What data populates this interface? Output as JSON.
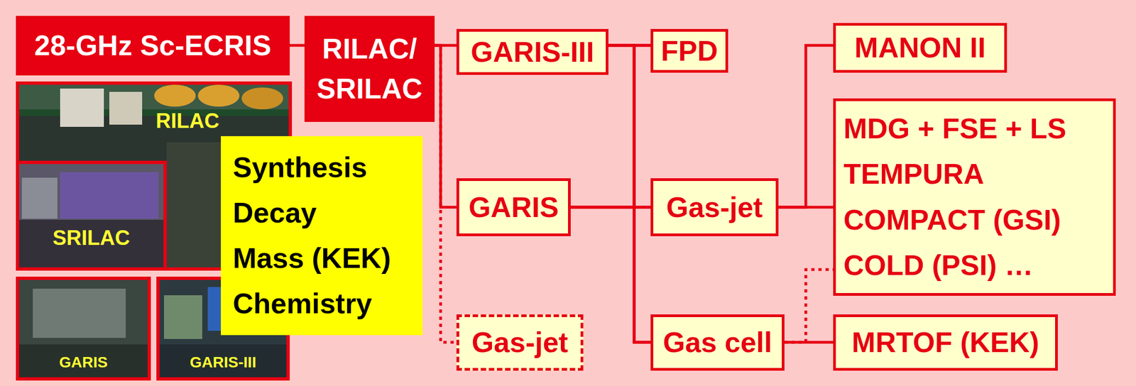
{
  "diagram": {
    "nodes": [
      {
        "text": [
          "28-GHz Sc-ECRIS"
        ]
      },
      {
        "text": [
          "RILAC/ SRILAC"
        ]
      },
      {
        "text": [
          "RILAC"
        ]
      },
      {
        "text": [
          "SRILAC"
        ],
        "in": 2
      },
      {
        "text": [
          "GARIS"
        ]
      },
      {
        "text": [
          "GARIS-III"
        ]
      },
      {
        "text": [
          "Synthesis",
          "Decay",
          "Mass (KEK)",
          "Chemistry"
        ]
      },
      {
        "text": [
          "GARIS-III"
        ]
      },
      {
        "text": [
          "GARIS"
        ]
      },
      {
        "text": [
          "Gas-jet"
        ]
      },
      {
        "text": [
          "FPD"
        ]
      },
      {
        "text": [
          "Gas-jet"
        ]
      },
      {
        "text": [
          "Gas cell"
        ]
      },
      {
        "text": [
          "MANON II"
        ]
      },
      {
        "text": [
          "MDG + FSE + LS",
          "TEMPURA",
          "COMPACT (GSI)",
          "COLD (PSI) …"
        ]
      },
      {
        "text": [
          "MRTOF (KEK)"
        ]
      }
    ],
    "edges": [
      {
        "from": 0,
        "to": 1,
        "arrow": "none"
      },
      {
        "from": 1,
        "to": 7,
        "arrow": "none"
      },
      {
        "from": 1,
        "to": 8,
        "arrow": "none"
      },
      {
        "from": 1,
        "to": 9,
        "arrow": "none"
      },
      {
        "from": 7,
        "to": 10,
        "arrow": "none"
      },
      {
        "from": 7,
        "to": 11,
        "arrow": "none"
      },
      {
        "from": 7,
        "to": 12,
        "arrow": "none"
      },
      {
        "from": 8,
        "to": 10,
        "arrow": "none"
      },
      {
        "from": 8,
        "to": 11,
        "arrow": "none"
      },
      {
        "from": 8,
        "to": 12,
        "arrow": "none"
      },
      {
        "from": 11,
        "to": 13,
        "arrow": "none"
      },
      {
        "from": 11,
        "to": 14,
        "arrow": "none"
      },
      {
        "from": 12,
        "to": 15,
        "arrow": "none"
      },
      {
        "from": 12,
        "to": 14,
        "arrow": "none"
      }
    ]
  }
}
